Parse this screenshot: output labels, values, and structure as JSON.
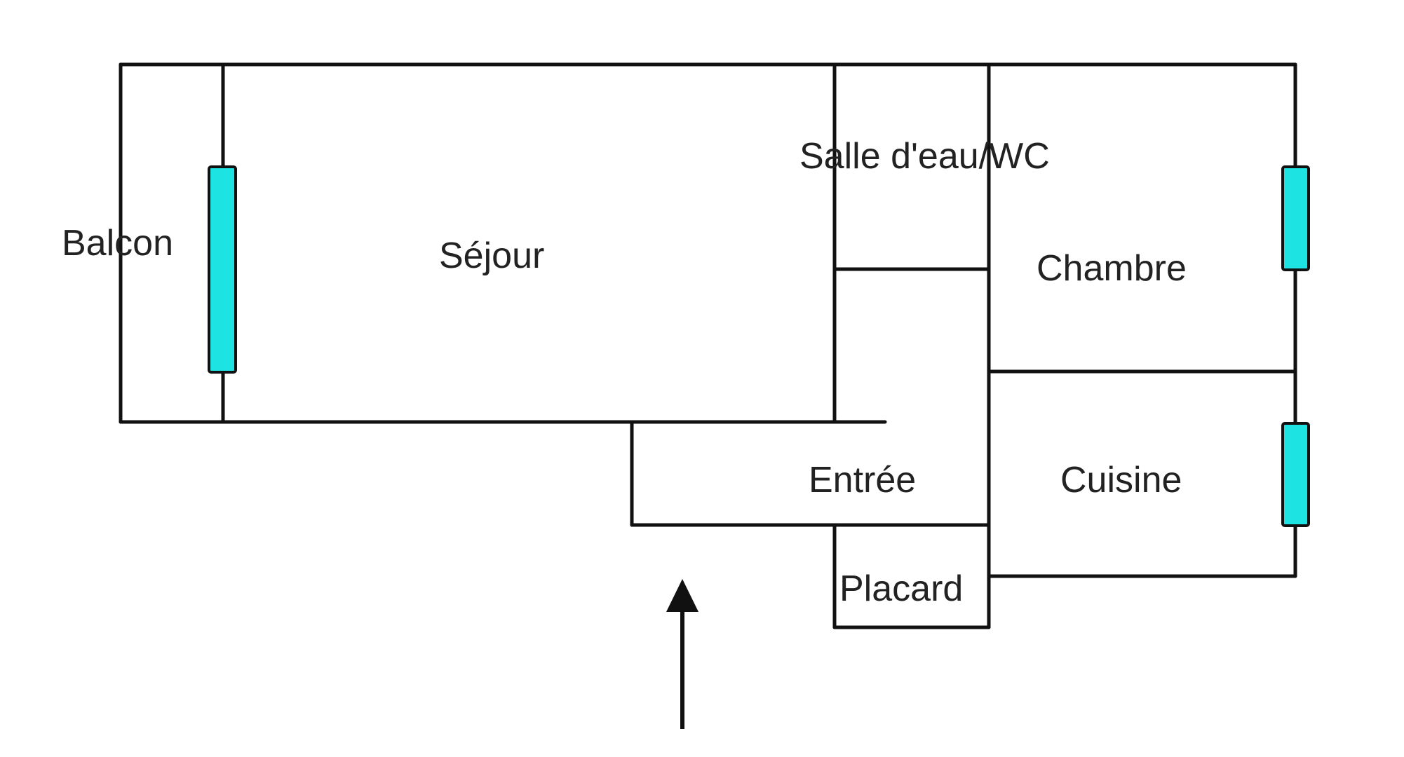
{
  "floor_plan": {
    "rooms": {
      "balcon": "Balcon",
      "sejour": "Séjour",
      "salle_eau": "Salle d'eau/WC",
      "chambre": "Chambre",
      "entree": "Entrée",
      "cuisine": "Cuisine",
      "placard": "Placard"
    },
    "colors": {
      "wall": "#111111",
      "window": "#1EE3E3",
      "background": "#ffffff"
    },
    "icons": {
      "entrance_arrow": "arrow-up-icon"
    }
  }
}
